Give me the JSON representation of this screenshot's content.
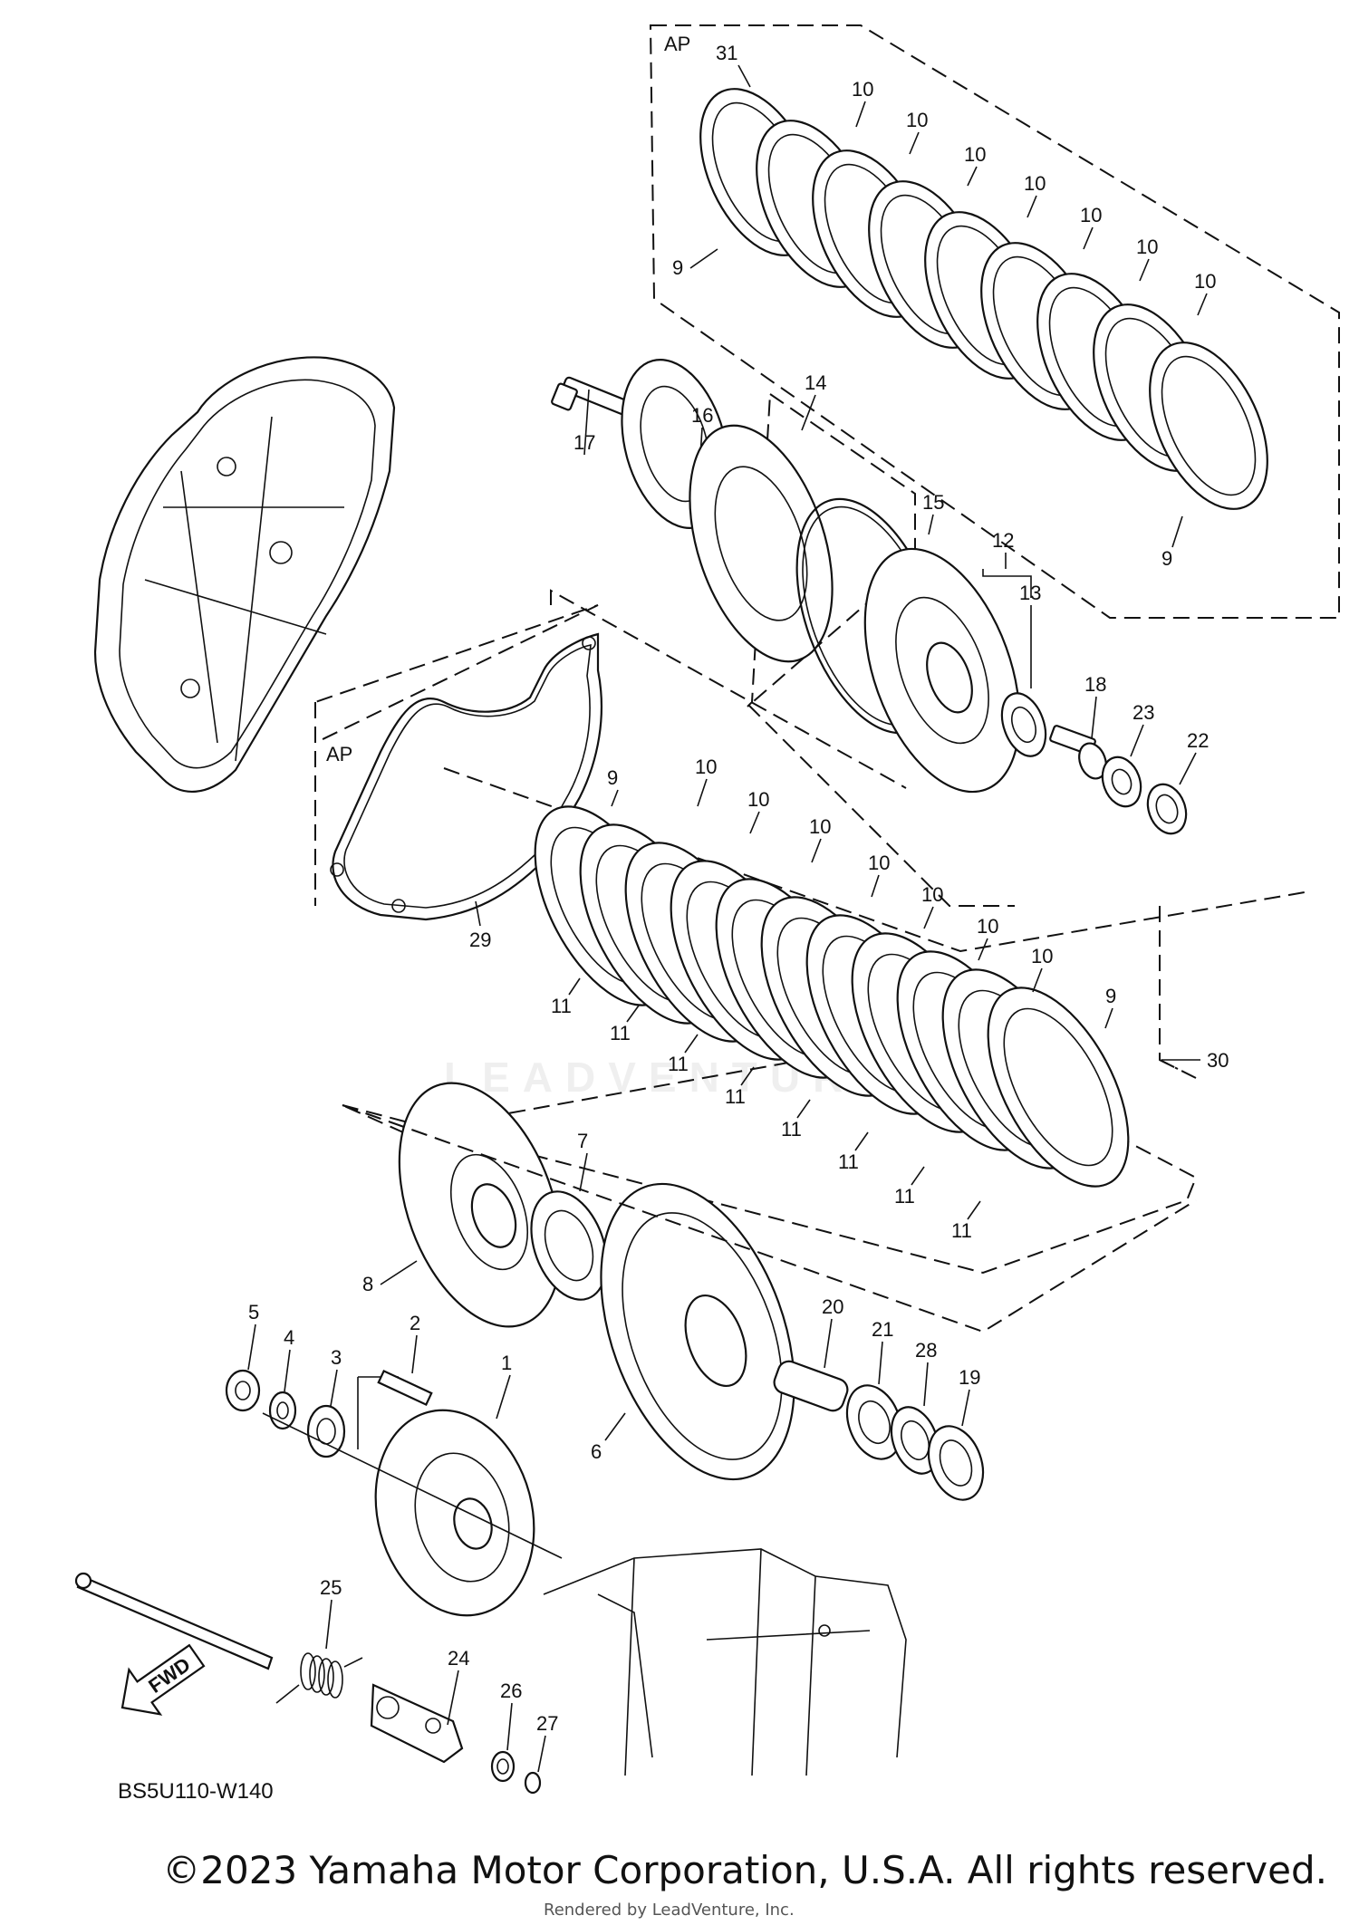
{
  "diagram": {
    "code": "BS5U110-W140",
    "watermark": "LEADVENTURE",
    "group_labels": {
      "top_kit": "AP",
      "mid_kit": "AP"
    },
    "callouts": {
      "c1": "1",
      "c2": "2",
      "c3": "3",
      "c4": "4",
      "c5": "5",
      "c6": "6",
      "c7": "7",
      "c8": "8",
      "c9": "9",
      "c10": "10",
      "c11": "11",
      "c12": "12",
      "c13": "13",
      "c14": "14",
      "c15": "15",
      "c16": "16",
      "c17": "17",
      "c18": "18",
      "c19": "19",
      "c20": "20",
      "c21": "21",
      "c22": "22",
      "c23": "23",
      "c24": "24",
      "c25": "25",
      "c26": "26",
      "c27": "27",
      "c28": "28",
      "c29": "29",
      "c30": "30",
      "c31": "31"
    },
    "fwd_label": "FWD"
  },
  "footer": {
    "copyright": "©2023 Yamaha Motor Corporation, U.S.A. All rights reserved.",
    "rendered_by": "Rendered by LeadVenture, Inc."
  }
}
